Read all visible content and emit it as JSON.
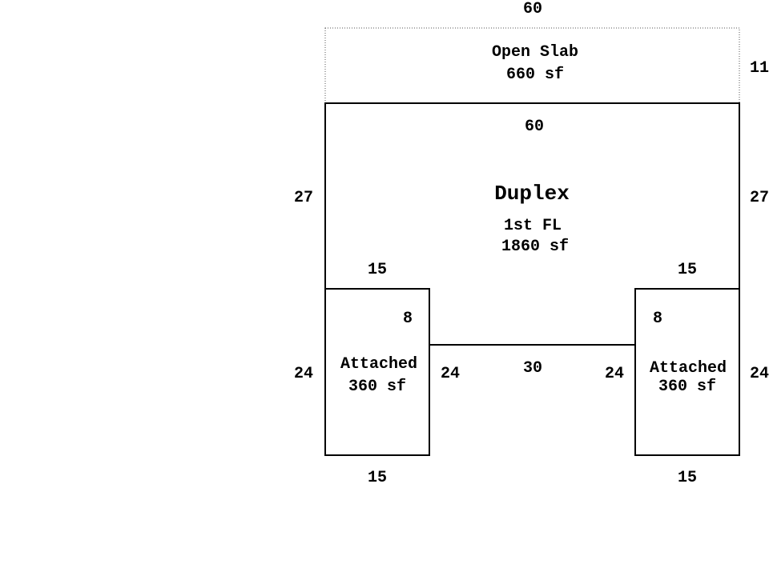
{
  "sketch": {
    "open_slab": {
      "label": "Open Slab",
      "area": "660 sf",
      "top_dim": "60",
      "right_dim": "11"
    },
    "duplex": {
      "title": "Duplex",
      "floor": "1st FL",
      "area": "1860 sf",
      "top_dim": "60",
      "left_dim": "27",
      "right_dim": "27",
      "left_step_dim": "15",
      "right_step_dim": "15",
      "left_notch_dim": "8",
      "right_notch_dim": "8",
      "middle_dim": "30"
    },
    "attached_left": {
      "label": "Attached",
      "area": "360 sf",
      "outer_dim": "24",
      "inner_dim": "24",
      "bottom_dim": "15"
    },
    "attached_right": {
      "label": "Attached",
      "area": "360 sf",
      "outer_dim": "24",
      "inner_dim": "24",
      "bottom_dim": "15"
    }
  }
}
